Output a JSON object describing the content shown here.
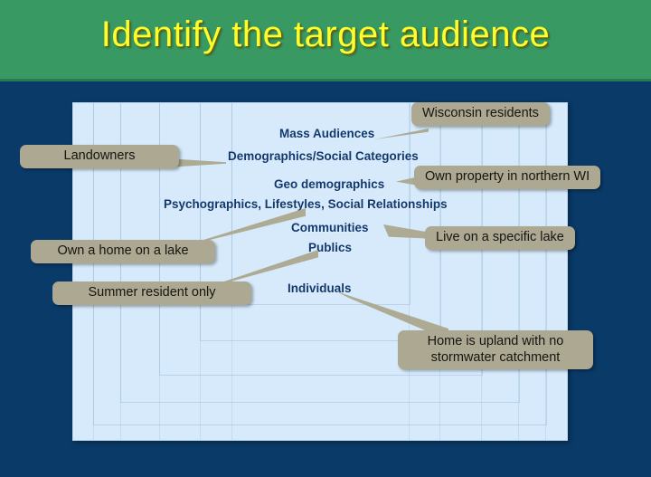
{
  "slide": {
    "title": "Identify the target audience",
    "colors": {
      "title_band": "#389a62",
      "title_text": "#fbff2e",
      "background": "#0a3a68",
      "panel": "#d6eafb",
      "callout_fill": "#aca891",
      "level_text": "#10386e"
    }
  },
  "pyramid": {
    "levels": [
      {
        "label": "Mass Audiences"
      },
      {
        "label": "Demographics/Social  Categories"
      },
      {
        "label": "Geo demographics"
      },
      {
        "label": "Psychographics,  Lifestyles,  Social Relationships"
      },
      {
        "label": "Communities"
      },
      {
        "label": "Publics"
      },
      {
        "label": "Individuals"
      }
    ]
  },
  "callouts": [
    {
      "id": "wisconsin-residents",
      "text": "Wisconsin residents"
    },
    {
      "id": "landowners",
      "text": "Landowners"
    },
    {
      "id": "own-property-northern-wi",
      "text": "Own property in northern WI"
    },
    {
      "id": "own-home-on-lake",
      "text": "Own a home on a lake"
    },
    {
      "id": "live-on-specific-lake",
      "text": "Live on a specific lake"
    },
    {
      "id": "summer-resident-only",
      "text": "Summer resident only"
    },
    {
      "id": "home-upland-line1",
      "text": "Home is upland with no"
    },
    {
      "id": "home-upland-line2",
      "text": "stormwater catchment"
    }
  ]
}
